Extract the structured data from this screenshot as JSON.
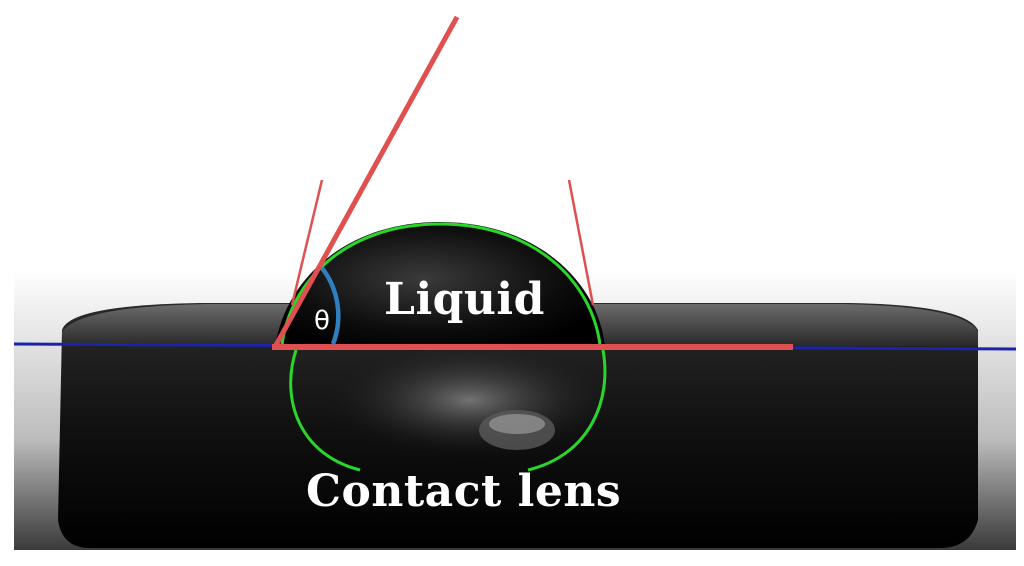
{
  "figure": {
    "labels": {
      "liquid": "Liquid",
      "contact_lens": "Contact lens",
      "angle_symbol": "θ"
    },
    "colors": {
      "tangent_line": "#e05050",
      "baseline": "#e05050",
      "angle_arc": "#2e7fc0",
      "drop_outline": "#2bd62b",
      "horizon_line": "#1a24a8",
      "background": "#ffffff",
      "lens_body": "#1a1a1a"
    }
  }
}
